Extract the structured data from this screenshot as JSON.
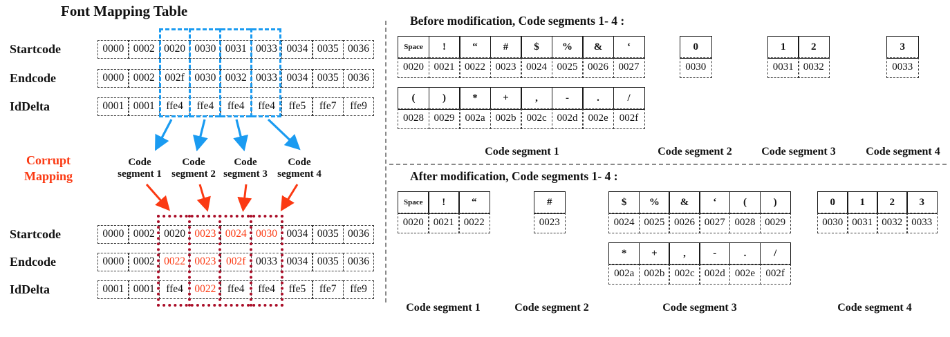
{
  "colors": {
    "blue": "#1a9bf1",
    "red": "#fb3912",
    "dark_red": "#aa0e28"
  },
  "left": {
    "title": "Font Mapping Table",
    "corrupt_label": {
      "line1": "Corrupt",
      "line2": "Mapping"
    },
    "segment_labels": [
      {
        "line1": "Code",
        "line2": "segment 1"
      },
      {
        "line1": "Code",
        "line2": "segment 2"
      },
      {
        "line1": "Code",
        "line2": "segment 3"
      },
      {
        "line1": "Code",
        "line2": "segment 4"
      }
    ],
    "top_table": {
      "rows": [
        {
          "label": "Startcode",
          "cells": [
            "0000",
            "0002",
            "0020",
            "0030",
            "0031",
            "0033",
            "0034",
            "0035",
            "0036"
          ]
        },
        {
          "label": "Endcode",
          "cells": [
            "0000",
            "0002",
            "002f",
            "0030",
            "0032",
            "0033",
            "0034",
            "0035",
            "0036"
          ]
        },
        {
          "label": "IdDelta",
          "cells": [
            "0001",
            "0001",
            "ffe4",
            "ffe4",
            "ffe4",
            "ffe4",
            "ffe5",
            "ffe7",
            "ffe9"
          ]
        }
      ]
    },
    "bottom_table": {
      "rows": [
        {
          "label": "Startcode",
          "cells": [
            "0000",
            "0002",
            "0020",
            {
              "text": "0023",
              "red": true
            },
            {
              "text": "0024",
              "red": true
            },
            {
              "text": "0030",
              "red": true
            },
            "0034",
            "0035",
            "0036"
          ]
        },
        {
          "label": "Endcode",
          "cells": [
            "0000",
            "0002",
            {
              "text": "0022",
              "red": true
            },
            {
              "text": "0023",
              "red": true
            },
            {
              "text": "002f",
              "red": true
            },
            "0033",
            "0034",
            "0035",
            "0036"
          ]
        },
        {
          "label": "IdDelta",
          "cells": [
            "0001",
            "0001",
            "ffe4",
            {
              "text": "0022",
              "red": true
            },
            "ffe4",
            "ffe4",
            "ffe5",
            "ffe7",
            "ffe9"
          ]
        }
      ]
    }
  },
  "right": {
    "before": {
      "heading": "Before modification, Code segments 1- 4 :",
      "seg1_row1": {
        "chars": [
          "Space",
          "!",
          "“",
          "#",
          "$",
          "%",
          "&",
          "‘"
        ],
        "codes": [
          "0020",
          "0021",
          "0022",
          "0023",
          "0024",
          "0025",
          "0026",
          "0027"
        ]
      },
      "seg1_row2": {
        "chars": [
          "(",
          ")",
          "*",
          "+",
          ",",
          "-",
          ".",
          "/"
        ],
        "codes": [
          "0028",
          "0029",
          "002a",
          "002b",
          "002c",
          "002d",
          "002e",
          "002f"
        ]
      },
      "seg2": {
        "chars": [
          "0"
        ],
        "codes": [
          "0030"
        ]
      },
      "seg3": {
        "chars": [
          "1",
          "2"
        ],
        "codes": [
          "0031",
          "0032"
        ]
      },
      "seg4": {
        "chars": [
          "3"
        ],
        "codes": [
          "0033"
        ]
      },
      "labels": [
        "Code segment 1",
        "Code segment 2",
        "Code segment 3",
        "Code segment 4"
      ]
    },
    "after": {
      "heading": "After modification, Code segments 1- 4 :",
      "seg1": {
        "chars": [
          "Space",
          "!",
          "“"
        ],
        "codes": [
          "0020",
          "0021",
          "0022"
        ]
      },
      "seg2": {
        "chars": [
          "#"
        ],
        "codes": [
          "0023"
        ]
      },
      "seg3_row1": {
        "chars": [
          "$",
          "%",
          "&",
          "‘",
          "(",
          ")"
        ],
        "codes": [
          "0024",
          "0025",
          "0026",
          "0027",
          "0028",
          "0029"
        ]
      },
      "seg3_row2": {
        "chars": [
          "*",
          "+",
          ",",
          "-",
          ".",
          "/"
        ],
        "codes": [
          "002a",
          "002b",
          "002c",
          "002d",
          "002e",
          "002f"
        ]
      },
      "seg4": {
        "chars": [
          "0",
          "1",
          "2",
          "3"
        ],
        "codes": [
          "0030",
          "0031",
          "0032",
          "0033"
        ]
      },
      "labels": [
        "Code segment 1",
        "Code segment 2",
        "Code segment 3",
        "Code segment 4"
      ]
    }
  }
}
